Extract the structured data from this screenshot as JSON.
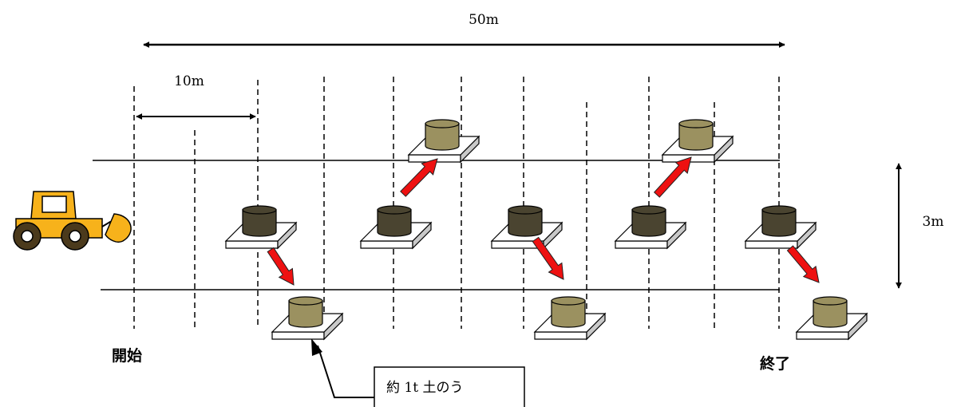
{
  "labels": {
    "total_length": "50m",
    "interval": "10m",
    "width": "3m",
    "start": "開始",
    "end": "終了",
    "callout": "約 1t 土のう"
  },
  "colors": {
    "bag_before": "#4a4430",
    "bag_after": "#9b9160",
    "arrow": "#ee1111",
    "loader_body": "#f7b21b"
  },
  "icons": [
    "wheel-loader-icon",
    "sandbag-icon",
    "pallet-icon",
    "move-arrow-icon"
  ]
}
